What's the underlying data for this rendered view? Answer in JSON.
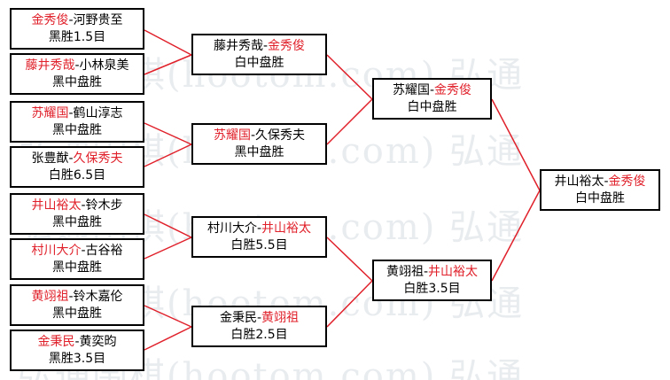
{
  "watermark_text": "弘通围棋(hootom.com) 弘通",
  "matches": {
    "r1_1": {
      "p1": "金秀俊",
      "p2": "河野贵至",
      "winner": "p1",
      "result": "黑胜1.5目"
    },
    "r1_2": {
      "p1": "藤井秀哉",
      "p2": "小林泉美",
      "winner": "p1",
      "result": "黑中盘胜"
    },
    "r1_3": {
      "p1": "苏耀国",
      "p2": "鹤山淳志",
      "winner": "p1",
      "result": "黑中盘胜"
    },
    "r1_4": {
      "p1": "张豊猷",
      "p2": "久保秀夫",
      "winner": "p2",
      "result": "白胜6.5目"
    },
    "r1_5": {
      "p1": "井山裕太",
      "p2": "铃木步",
      "winner": "p1",
      "result": "黑中盘胜"
    },
    "r1_6": {
      "p1": "村川大介",
      "p2": "古谷裕",
      "winner": "p1",
      "result": "黑中盘胜"
    },
    "r1_7": {
      "p1": "黄翊祖",
      "p2": "铃木嘉伦",
      "winner": "p1",
      "result": "黑中盘胜"
    },
    "r1_8": {
      "p1": "金秉民",
      "p2": "黄奕昀",
      "winner": "p1",
      "result": "黑胜3.5目"
    },
    "r2_1": {
      "p1": "藤井秀哉",
      "p2": "金秀俊",
      "winner": "p2",
      "result": "白中盘胜"
    },
    "r2_2": {
      "p1": "苏耀国",
      "p2": "久保秀夫",
      "winner": "p1",
      "result": "黑中盘胜"
    },
    "r2_3": {
      "p1": "村川大介",
      "p2": "井山裕太",
      "winner": "p2",
      "result": "白胜5.5目"
    },
    "r2_4": {
      "p1": "金秉民",
      "p2": "黄翊祖",
      "winner": "p2",
      "result": "白胜2.5目"
    },
    "r3_1": {
      "p1": "苏耀国",
      "p2": "金秀俊",
      "winner": "p2",
      "result": "白中盘胜"
    },
    "r3_2": {
      "p1": "黄翊祖",
      "p2": "井山裕太",
      "winner": "p2",
      "result": "白胜3.5目"
    },
    "final": {
      "p1": "井山裕太",
      "p2": "金秀俊",
      "winner": "p2",
      "result": "白中盘胜"
    }
  },
  "colors": {
    "winner": "#e0202a",
    "line": "#e0202a",
    "border": "#000000"
  }
}
